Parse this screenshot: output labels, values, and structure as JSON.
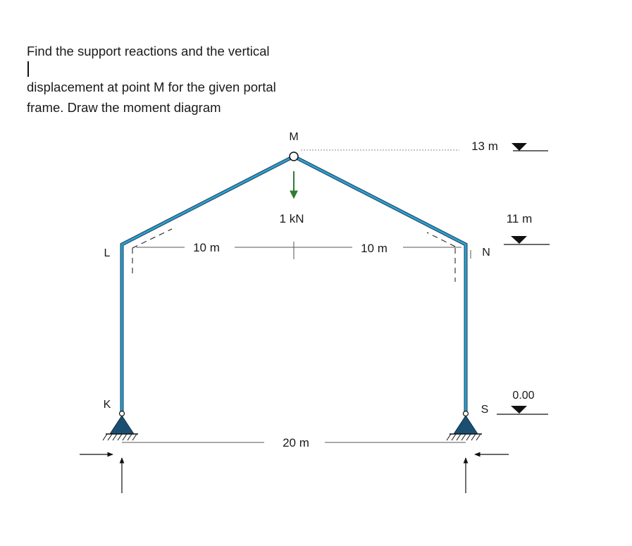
{
  "problem": {
    "line1_before_caret": "Find the support reactions and the vertical",
    "line1_after_caret": "displacement at point M for the given portal",
    "line2": "frame. Draw the moment diagram"
  },
  "labels": {
    "apex": "M",
    "left_eave": "L",
    "left_base": "K",
    "right_eave": "N",
    "right_base": "S"
  },
  "load": {
    "value": "1 kN",
    "color": "#2e7d32"
  },
  "dimensions": {
    "left_half_span": "10 m",
    "right_half_span": "10 m",
    "total_span": "20 m"
  },
  "elevations": {
    "apex": "13 m",
    "eave": "11 m",
    "base": "0.00"
  },
  "colors": {
    "member": "#2aa0d2",
    "member_edge": "#1e3a4f",
    "support": "#1b4f72"
  }
}
